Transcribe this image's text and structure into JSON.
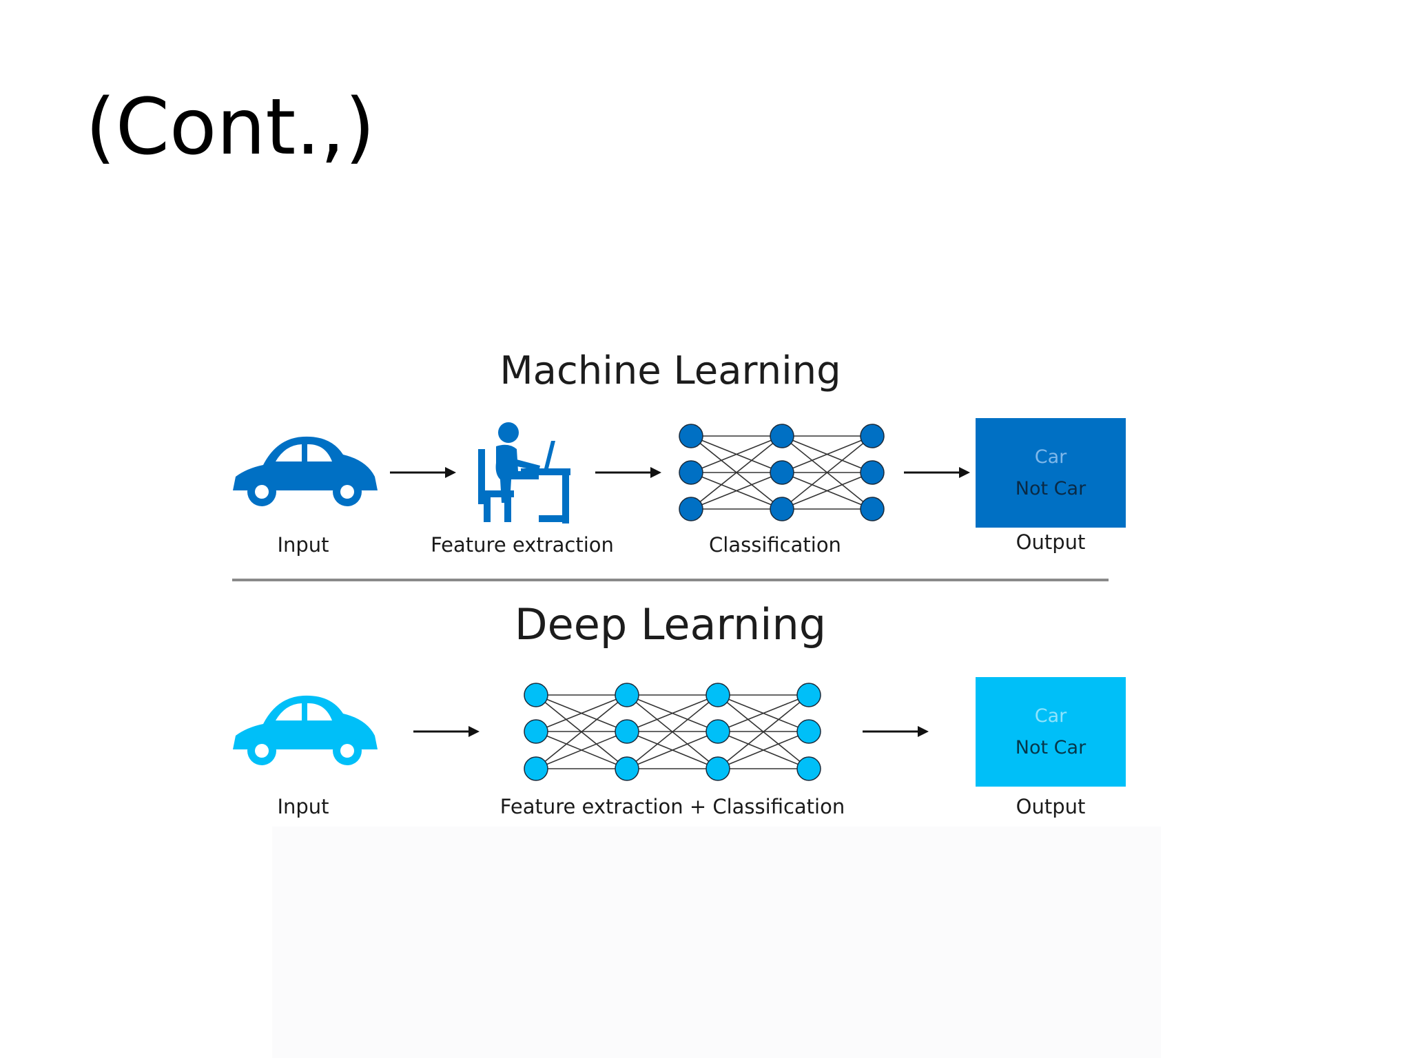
{
  "slide_title": "(Cont.,)",
  "machine_learning": {
    "title": "Machine Learning",
    "input_label": "Input",
    "feature_label": "Feature extraction",
    "classification_label": "Classification",
    "output_label": "Output",
    "output_options": [
      "Car",
      "Not Car"
    ]
  },
  "deep_learning": {
    "title": "Deep Learning",
    "input_label": "Input",
    "feature_classification_label": "Feature extraction + Classification",
    "output_label": "Output",
    "output_options": [
      "Car",
      "Not Car"
    ]
  },
  "colors": {
    "ml_blue": "#0070c4",
    "dl_cyan": "#00bff8",
    "ml_option_first": "#7fb8ea",
    "ml_option_second": "#0a2a45",
    "dl_option_first": "#8ee3fc",
    "dl_option_second": "#06374a",
    "edge": "#333333",
    "arrow": "#111111"
  },
  "icons": {
    "car": "car-icon",
    "worker": "person-at-desk-icon",
    "network": "neural-network-icon",
    "arrow": "arrow-right-icon"
  }
}
